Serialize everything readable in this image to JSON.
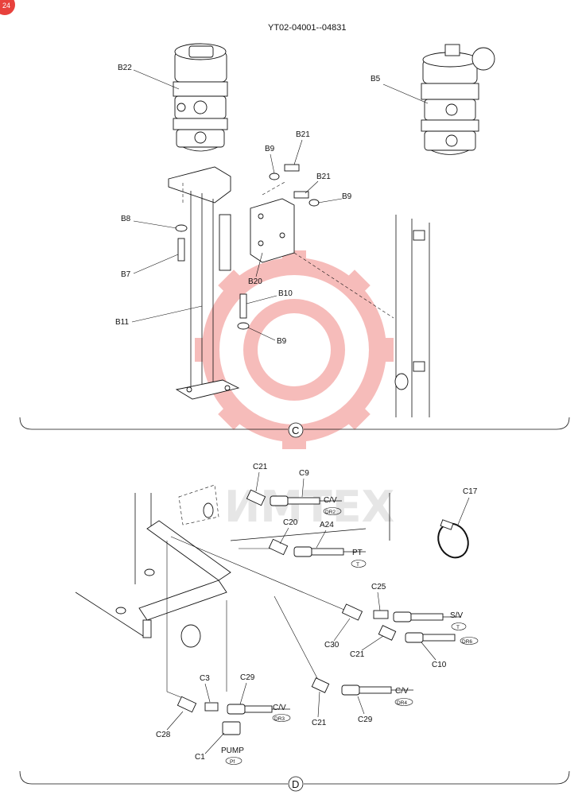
{
  "header": {
    "model_range": "YT02-04001--04831",
    "page_badge": "24"
  },
  "sections": {
    "upper": "C",
    "lower": "D"
  },
  "watermark": {
    "text": "ИМТЕХ",
    "color": "#e8413c"
  },
  "labels_c": [
    "B22",
    "B5",
    "B21",
    "B9",
    "B21",
    "B9",
    "B8",
    "B7",
    "B20",
    "B10",
    "B11",
    "B9"
  ],
  "labels_d": [
    "C21",
    "C9",
    "C17",
    "C20",
    "A24",
    "C25",
    "C30",
    "C21",
    "C10",
    "C3",
    "C29",
    "C28",
    "C1",
    "C21",
    "C29"
  ],
  "ports": [
    {
      "name": "C/V",
      "tag": "DR2"
    },
    {
      "name": "PT",
      "tag": "T"
    },
    {
      "name": "S/V",
      "tag": "T"
    },
    {
      "name": "",
      "tag": "DR6"
    },
    {
      "name": "C/V",
      "tag": "DR4"
    },
    {
      "name": "C/V",
      "tag": "DR3"
    },
    {
      "name": "PUMP",
      "tag": "Pf"
    }
  ]
}
